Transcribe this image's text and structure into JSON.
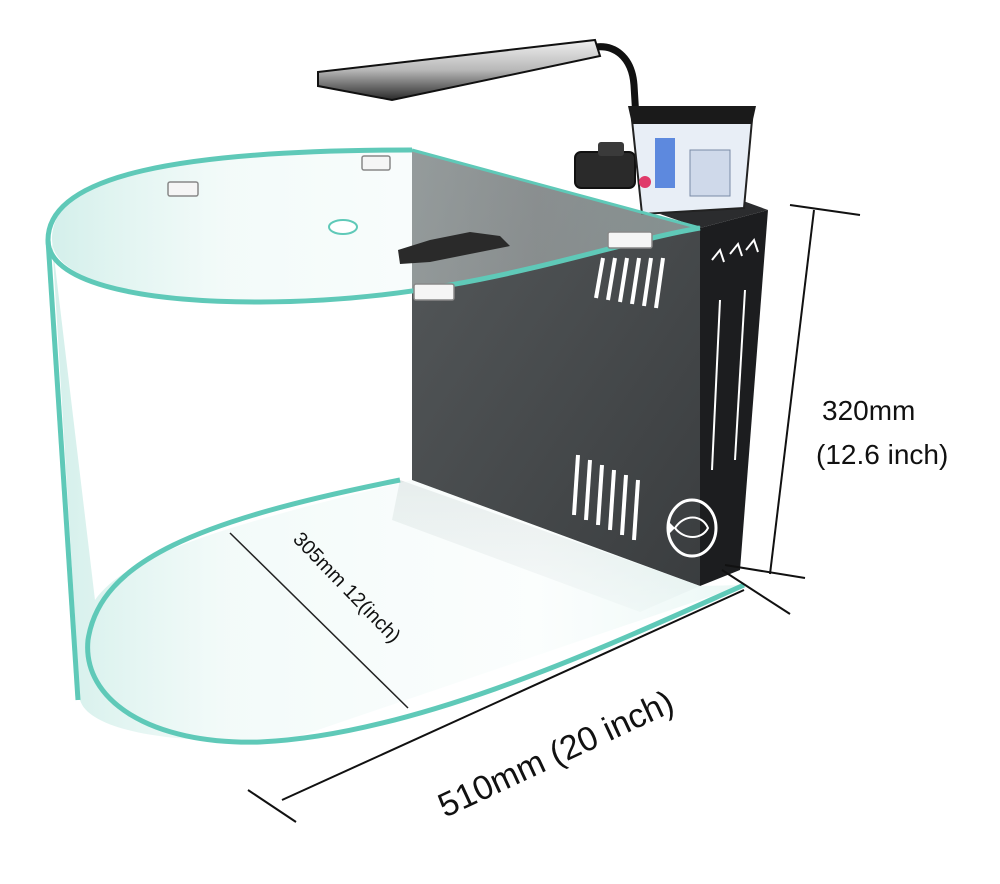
{
  "dimensions": {
    "height_value": "320mm",
    "height_inch": "(12.6 inch)",
    "width_label": "510mm (20 inch)",
    "depth_label": "305mm 12(inch)"
  },
  "colors": {
    "glass_edge": "#5fc9b8",
    "glass_tint": "#d9f2ef",
    "back_panel": "#4a4d4f",
    "filter_box": "#1c1d1f",
    "dimension_line": "#111111"
  }
}
